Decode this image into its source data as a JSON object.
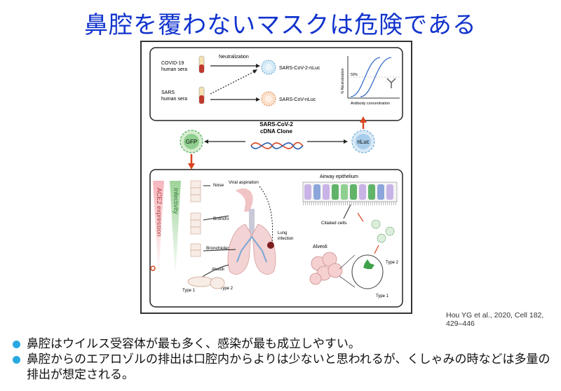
{
  "title": "鼻腔を覆わないマスクは危険である",
  "figure": {
    "neutralization_panel": {
      "sera_1": "COVID-19",
      "sera_1b": "human sera",
      "sera_2": "SARS",
      "sera_2b": "human sera",
      "arrow_label": "Neutralization",
      "virus_1": "SARS-CoV-2-nLuc",
      "virus_2": "SARS-CoV-nLuc",
      "curve_ylabel": "% Neutralization",
      "curve_mark": "50%",
      "curve_xlabel": "Antibody concentration"
    },
    "middle": {
      "gfp": "GFP",
      "clone_1": "SARS-CoV-2",
      "clone_2": "cDNA Clone",
      "nluc": "nLuc"
    },
    "lower_panel": {
      "ace2": "ACE2 expression",
      "infectivity": "Infectivity",
      "nose": "Nose",
      "viral_aspiration": "Viral aspiration",
      "bronchi": "Bronchi",
      "bronchioles": "Bronchioles",
      "alveoli": "Alveoli",
      "type1": "Type 1",
      "type2": "Type 2",
      "lung_infection_1": "Lung",
      "lung_infection_2": "infection",
      "airway": "Airway epithelium",
      "ciliated": "Ciliated cells",
      "alveoli_right": "Alveoli",
      "type2_right": "Type 2",
      "type1_right": "Type 1"
    }
  },
  "citation": "Hou YG et al., 2020, Cell 182, 429–446",
  "bullets": [
    "鼻腔はウイルス受容体が最も多く、感染が最も成立しやすい。",
    "鼻腔からのエアロゾルの排出は口腔内からよりは少ないと思われるが、くしゃみの時などは多量の排出が想定される。"
  ],
  "colors": {
    "title": "#1133cc",
    "bullet": "#29a8e0",
    "arrow_red": "#d9441f",
    "gfp_green": "#5fb46a",
    "nluc_blue": "#7fb5d8"
  }
}
